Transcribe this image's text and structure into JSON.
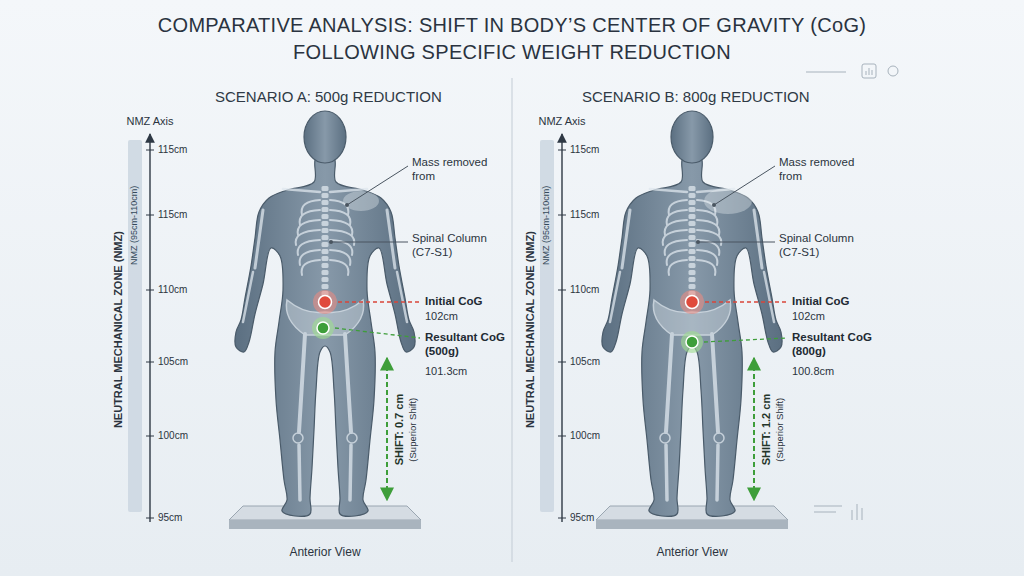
{
  "diagram": {
    "title": "COMPARATIVE ANALYSIS: SHIFT IN BODY’S CENTER OF GRAVITY (CoG) FOLLOWING SPECIFIC WEIGHT REDUCTION",
    "labels": [
      "SCENARIO A: 500g REDUCTION",
      "NMZ Axis",
      "115cm",
      "115cm",
      "110cm",
      "105cm",
      "100cm",
      "95cm",
      "NEUTRAL MECHANICAL ZONE (NMZ)",
      "NMZ (95cm-110cm)",
      "Mass removed from",
      "Spinal Column (C7-S1)",
      "Initial CoG",
      "102cm",
      "Resultant CoG (500g)",
      "101.3cm",
      "SHIFT: 0.7 cm",
      "(Superior Shift)",
      "Anterior View",
      "SCENARIO B: 800g REDUCTION",
      "NMZ Axis",
      "115cm",
      "115cm",
      "110cm",
      "105cm",
      "100cm",
      "95cm",
      "NEUTRAL MECHANICAL ZONE (NMZ)",
      "NMZ (95cm-110cm)",
      "Mass removed from",
      "Spinal Column (C7-S1)",
      "Initial CoG",
      "102cm",
      "Resultant CoG (800g)",
      "100.8cm",
      "SHIFT: 1.2 cm",
      "(Superior Shift)",
      "Anterior View"
    ]
  }
}
